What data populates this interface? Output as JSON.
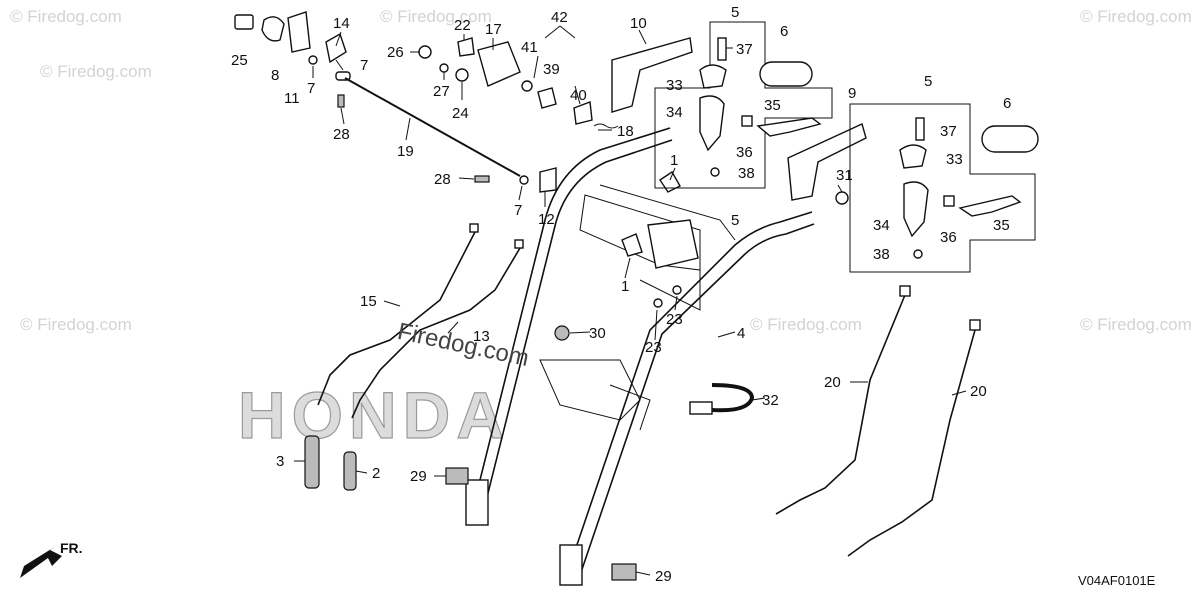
{
  "watermark_text": "© Firedog.com",
  "center_watermark": "Firedog.com",
  "brand_watermark": "HONDA",
  "diagram_code": "V04AF0101E",
  "front_indicator": "FR.",
  "callouts": {
    "c25": "25",
    "c8": "8",
    "c11": "11",
    "c7a": "7",
    "c14": "14",
    "c7b": "7",
    "c28a": "28",
    "c26": "26",
    "c27": "27",
    "c24": "24",
    "c22": "22",
    "c17": "17",
    "c41": "41",
    "c39": "39",
    "c42": "42",
    "c40": "40",
    "c18": "18",
    "c19": "19",
    "c28b": "28",
    "c7c": "7",
    "c12": "12",
    "c10": "10",
    "c37a": "37",
    "c33a": "33",
    "c34a": "34",
    "c35a": "35",
    "c36a": "36",
    "c38a": "38",
    "c5a": "5",
    "c6a": "6",
    "c1a": "1",
    "c1b": "1",
    "c23a": "23",
    "c23b": "23",
    "c30": "30",
    "c4": "4",
    "c9": "9",
    "c31": "31",
    "c5b": "5",
    "c6b": "6",
    "c37b": "37",
    "c33b": "33",
    "c34b": "34",
    "c36b": "36",
    "c35b": "35",
    "c38b": "38",
    "c15": "15",
    "c13": "13",
    "c3": "3",
    "c2": "2",
    "c29a": "29",
    "c29b": "29",
    "c32": "32",
    "c20a": "20",
    "c20b": "20"
  }
}
